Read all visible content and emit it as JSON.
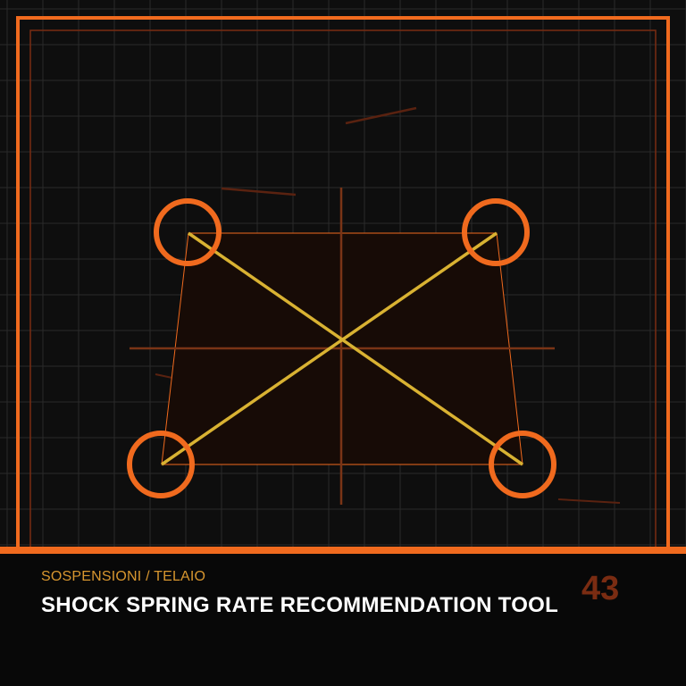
{
  "colors": {
    "background": "#0e0e0e",
    "grid": "#2a2a2a",
    "accent": "#f06a1e",
    "frame_inner": "#7a2c12",
    "quad_fill": "#170b06",
    "quad_stroke": "#f06a1e",
    "diagonals": "#d9b232",
    "crosshair": "#7a3416",
    "category_text": "#d7962f",
    "title_text": "#ffffff",
    "number_text": "#7a2c12"
  },
  "icons": {
    "corner_markers": "circle-marker-icon",
    "center": "crosshair-icon"
  },
  "footer": {
    "category": "SOSPENSIONI / TELAIO",
    "title": "SHOCK SPRING RATE RECOMMENDATION TOOL",
    "number": "43"
  }
}
